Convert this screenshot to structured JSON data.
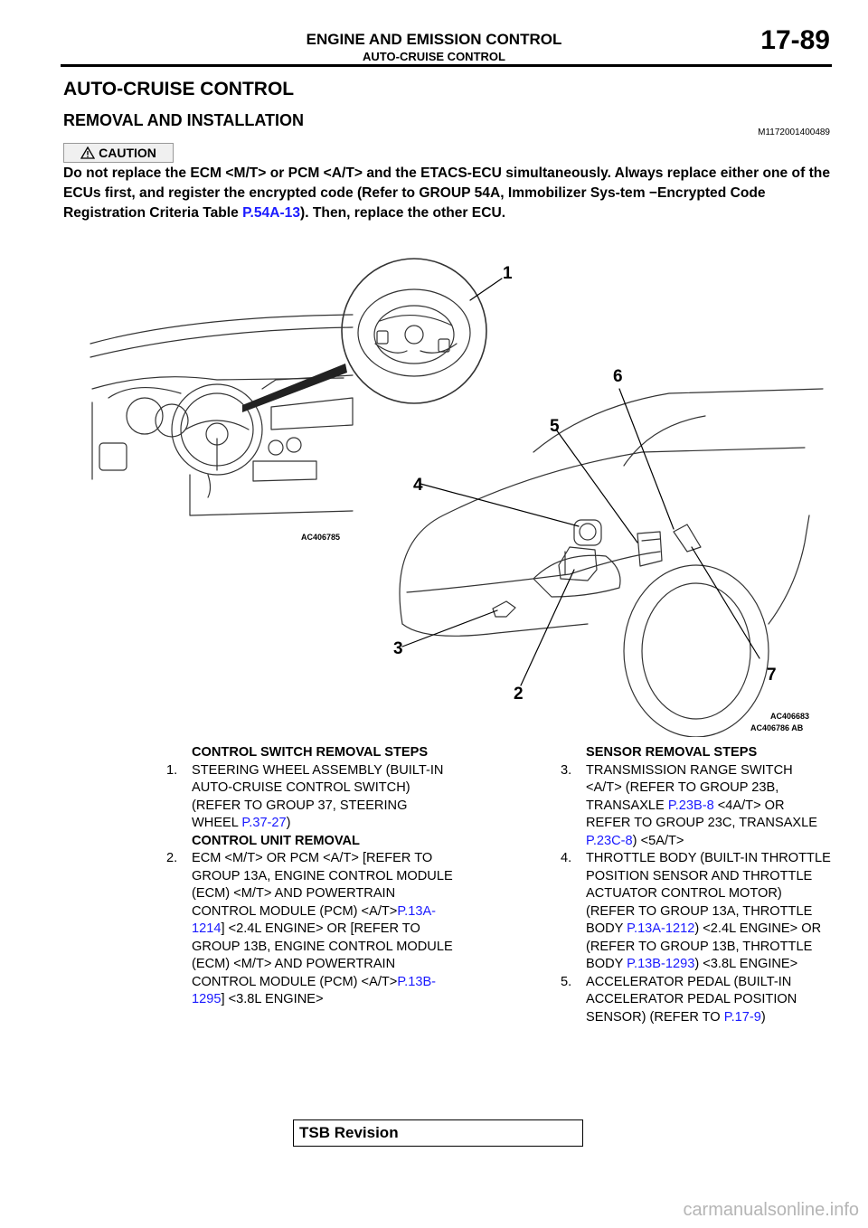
{
  "header": {
    "title": "ENGINE AND EMISSION CONTROL",
    "subtitle": "AUTO-CRUISE CONTROL",
    "page_number": "17-89"
  },
  "section": {
    "title": "AUTO-CRUISE CONTROL",
    "subtitle": "REMOVAL AND INSTALLATION",
    "code": "M1172001400489"
  },
  "caution": {
    "label": "CAUTION",
    "text_part1": "Do not replace the ECM <M/T> or PCM <A/T> and the ETACS-ECU simultaneously. Always replace either one of the ECUs first, and register the encrypted code (Refer to GROUP 54A, Immobilizer Sys-tem −Encrypted Code Registration Criteria Table ",
    "link": "P.54A-13",
    "text_part2": "). Then, replace the other ECU."
  },
  "figure": {
    "callouts": [
      "1",
      "2",
      "3",
      "4",
      "5",
      "6",
      "7"
    ],
    "code_left": "AC406785",
    "code_right_1": "AC406683",
    "code_right_2": "AC406786 AB"
  },
  "left_column": {
    "heading1": "CONTROL SWITCH REMOVAL STEPS",
    "item1_num": "1.",
    "item1_text": "STEERING WHEEL ASSEMBLY (BUILT-IN AUTO-CRUISE CONTROL SWITCH) (REFER TO GROUP 37, STEERING WHEEL ",
    "item1_link": "P.37-27",
    "item1_tail": ")",
    "heading2": "CONTROL UNIT REMOVAL",
    "item2_num": "2.",
    "item2_text": "ECM <M/T> OR PCM <A/T> [REFER TO GROUP 13A, ENGINE CONTROL MODULE (ECM) <M/T> AND POWERTRAIN CONTROL MODULE (PCM) <A/T>",
    "item2_link1": "P.13A-1214",
    "item2_mid": "] <2.4L ENGINE> OR [REFER TO GROUP 13B, ENGINE CONTROL MODULE (ECM) <M/T> AND POWERTRAIN CONTROL MODULE (PCM) <A/T>",
    "item2_link2": "P.13B-1295",
    "item2_tail": "] <3.8L ENGINE>"
  },
  "right_column": {
    "heading": "SENSOR REMOVAL STEPS",
    "item3_num": "3.",
    "item3_text": "TRANSMISSION RANGE SWITCH <A/T> (REFER TO GROUP 23B, TRANSAXLE ",
    "item3_link1": "P.23B-8",
    "item3_mid": " <4A/T> OR REFER TO GROUP 23C, TRANSAXLE ",
    "item3_link2": "P.23C-8",
    "item3_tail": ") <5A/T>",
    "item4_num": "4.",
    "item4_text": "THROTTLE BODY (BUILT-IN THROTTLE POSITION SENSOR AND THROTTLE ACTUATOR CONTROL MOTOR) (REFER TO GROUP 13A, THROTTLE BODY ",
    "item4_link1": "P.13A-1212",
    "item4_mid": ") <2.4L ENGINE> OR (REFER TO GROUP 13B, THROTTLE BODY ",
    "item4_link2": "P.13B-1293",
    "item4_tail": ") <3.8L ENGINE>",
    "item5_num": "5.",
    "item5_text": "ACCELERATOR PEDAL (BUILT-IN ACCELERATOR PEDAL POSITION SENSOR) (REFER TO ",
    "item5_link": "P.17-9",
    "item5_tail": ")"
  },
  "footer": {
    "tsb_label": "TSB Revision",
    "watermark": "carmanualsonline.info"
  }
}
